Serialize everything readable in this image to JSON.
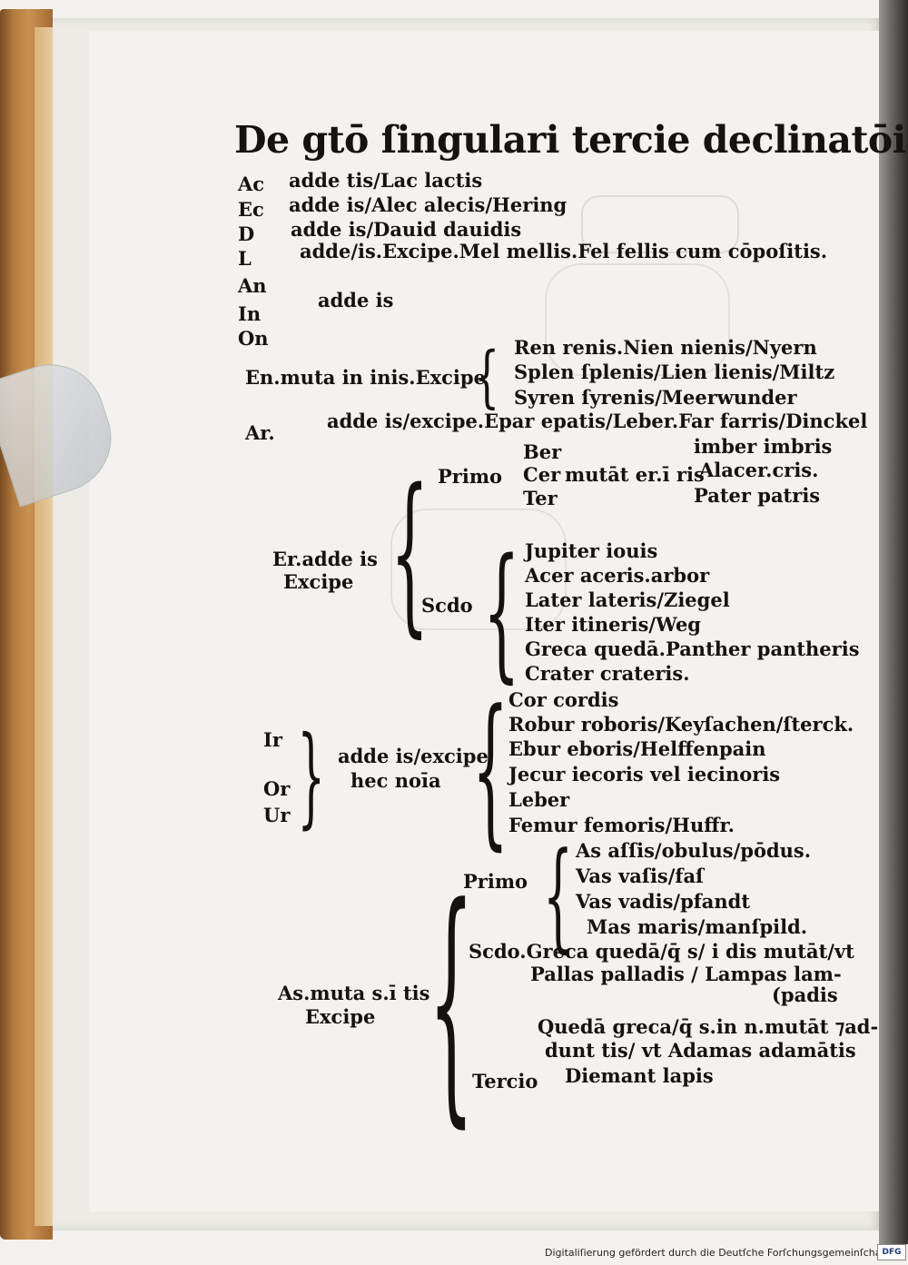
{
  "title": "De gtō ſingulari tercie declinatōis",
  "endings": [
    {
      "tag": "Ac",
      "text": "adde tis/Lac lactis"
    },
    {
      "tag": "Ec",
      "text": "adde is/Alec alecis/Hering"
    },
    {
      "tag": "D",
      "text": "adde is/Dauid dauidis"
    },
    {
      "tag": "L",
      "text": "adde/is.Excipe.Mel mellis.Fel fellis cum cōpoſitis."
    },
    {
      "tag": "An",
      "text": ""
    },
    {
      "tag": "In",
      "text": "adde is"
    },
    {
      "tag": "On",
      "text": ""
    }
  ],
  "en_block": {
    "head": "En.muta in inis.Excipe",
    "items": [
      "Ren renis.Nien nienis/Nyern",
      "Splen ſplenis/Lien lienis/Miltz",
      "Syren ſyrenis/Meerwunder"
    ]
  },
  "ar_block": {
    "head": "Ar.",
    "text": "adde is/excipe.Epar epatis/Leber.Far farris/Dinckel"
  },
  "er_block": {
    "head1": "Er.adde is",
    "head2": "Excipe",
    "primo_label": "Primo",
    "primo_items": [
      "Ber",
      "Cer",
      "Ter"
    ],
    "primo_note": "mutāt er.ī ris",
    "primo_right": [
      "imber imbris",
      "Alacer.cris.",
      "Pater patris"
    ],
    "secundo_label": "Scdo",
    "secundo_items": [
      "Jupiter iouis",
      "Acer aceris.arbor",
      "Later lateris/Ziegel",
      "Iter itineris/Weg",
      "Greca quedā.Panther pantheris",
      "Crater crateris."
    ]
  },
  "ir_block": {
    "tags": [
      "Ir",
      "Or",
      "Ur"
    ],
    "head1": "adde is/excipe",
    "head2": "hec noīa",
    "items": [
      "Cor cordis",
      "Robur roboris/Keyſachen/ſterck.",
      "Ebur eboris/Helffenpain",
      "Jecur iecoris vel iecinoris",
      "Leber",
      "Femur femoris/Huffr."
    ]
  },
  "as_block": {
    "head1": "As.muta s.ī tis",
    "head2": "Excipe",
    "primo_label": "Primo",
    "primo_items": [
      "As aſſis/obulus/pōdus.",
      "Vas vaſis/faſ",
      "Vas vadis/pfandt",
      "Mas maris/manſpild."
    ],
    "secundo_lines": [
      "Scdo.Greca quedā/q̄ s/ i dis mutāt/vt",
      "Pallas palladis / Lampas lam-",
      "(padis"
    ],
    "tercio_lines": [
      "Quedā greca/q̄ s.in n.mutāt ⁊ad-",
      "dunt tis/ vt Adamas adamātis"
    ],
    "tercio_label": "Tercio",
    "tercio_last": "Diemant lapis"
  },
  "footer": {
    "text": "Digitaliſierung gefördert durch die Deutſche Forſchungsgemeinſchaft",
    "logo": "DFG"
  }
}
